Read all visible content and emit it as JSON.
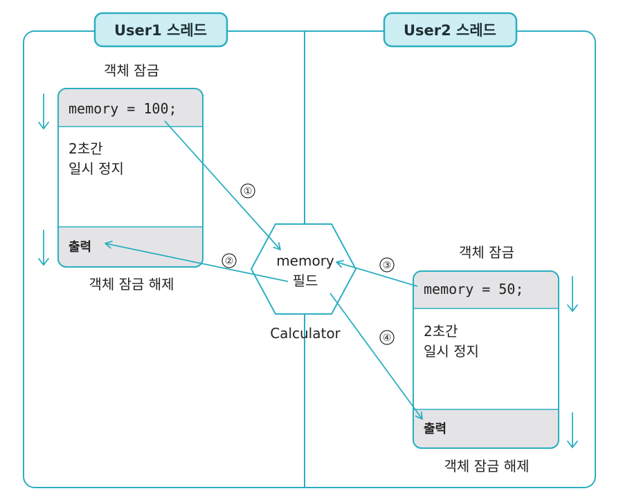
{
  "threads": {
    "user1": {
      "title": "User1 스레드"
    },
    "user2": {
      "title": "User2 스레드"
    }
  },
  "user1_block": {
    "lock_label": "객체 잠금",
    "code": "memory = 100;",
    "pause_line1": "2초간",
    "pause_line2": "일시 정지",
    "output": "출력",
    "unlock_label": "객체 잠금 해제"
  },
  "user2_block": {
    "lock_label": "객체 잠금",
    "code": "memory = 50;",
    "pause_line1": "2초간",
    "pause_line2": "일시 정지",
    "output": "출력",
    "unlock_label": "객체 잠금 해제"
  },
  "shared_object": {
    "field_line1": "memory",
    "field_line2": "필드",
    "class_name": "Calculator"
  },
  "steps": [
    "①",
    "②",
    "③",
    "④"
  ],
  "colors": {
    "accent": "#2aaec0",
    "tab_fill": "#cdeef3",
    "block_gray": "#e4e4e6",
    "text": "#222222"
  }
}
